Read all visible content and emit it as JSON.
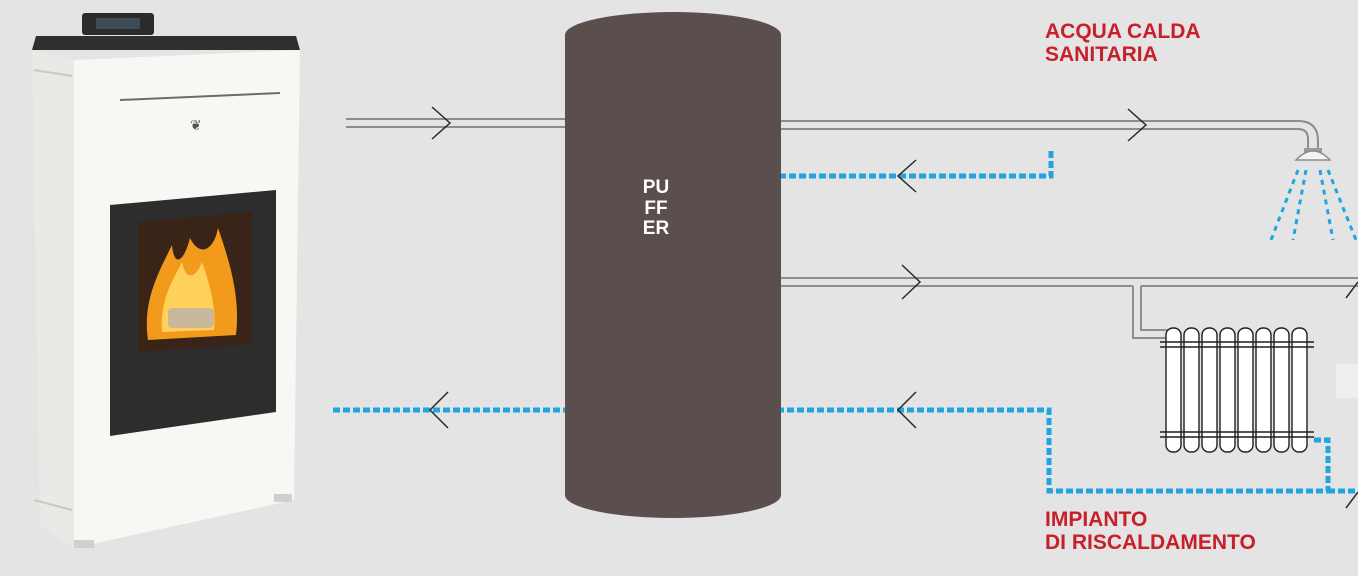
{
  "labels": {
    "puffer": "PUFFER",
    "dhw": "ACQUA CALDA\nSANITARIA",
    "heating": "IMPIANTO\nDI RISCALDAMENTO"
  },
  "colors": {
    "background": "#e4e4e4",
    "tank": "#5a4f4d",
    "pipe_hot": "#8d8d8d",
    "pipe_return": "#1fa5e0",
    "label_red": "#c8202a"
  },
  "icons": [
    "pellet-stove-icon",
    "shower-icon",
    "radiator-icon",
    "flow-arrow-icon"
  ]
}
